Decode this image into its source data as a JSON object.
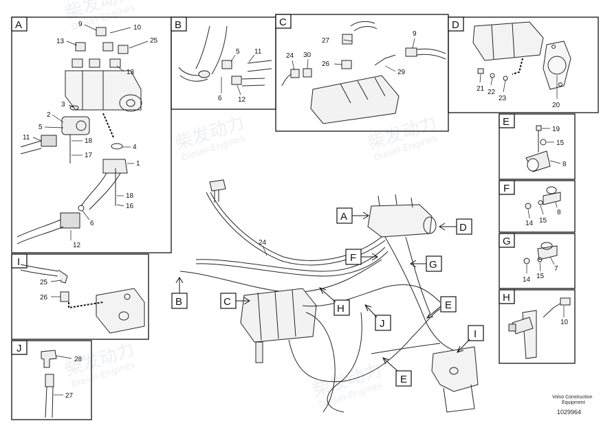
{
  "watermark": {
    "brand_cn": "柴发动力",
    "brand_en": "Diesel-Engines"
  },
  "panels": {
    "A": {
      "label": "A",
      "callouts": [
        "9",
        "10",
        "13",
        "25",
        "13",
        "3",
        "2",
        "5",
        "11",
        "18",
        "17",
        "4",
        "1",
        "18",
        "16",
        "6",
        "12"
      ]
    },
    "B": {
      "label": "B",
      "callouts": [
        "5",
        "11",
        "6",
        "12"
      ]
    },
    "C": {
      "label": "C",
      "callouts": [
        "27",
        "9",
        "24",
        "30",
        "26",
        "29"
      ]
    },
    "D": {
      "label": "D",
      "callouts": [
        "21",
        "22",
        "23",
        "20"
      ]
    },
    "E": {
      "label": "E",
      "callouts": [
        "19",
        "15",
        "8"
      ]
    },
    "F": {
      "label": "F",
      "callouts": [
        "8",
        "14",
        "15"
      ]
    },
    "G": {
      "label": "G",
      "callouts": [
        "7",
        "14",
        "15"
      ]
    },
    "H": {
      "label": "H",
      "callouts": [
        "10"
      ]
    },
    "I": {
      "label": "I",
      "callouts": [
        "25",
        "26"
      ]
    },
    "J": {
      "label": "J",
      "callouts": [
        "28",
        "27"
      ]
    }
  },
  "main": {
    "callout_24": "24",
    "tags": [
      "A",
      "B",
      "C",
      "D",
      "E",
      "E",
      "F",
      "G",
      "H",
      "I",
      "J"
    ]
  },
  "footer": {
    "brand_line1": "Volvo Construction",
    "brand_line2": "Equipment",
    "doc_number": "1029964"
  }
}
